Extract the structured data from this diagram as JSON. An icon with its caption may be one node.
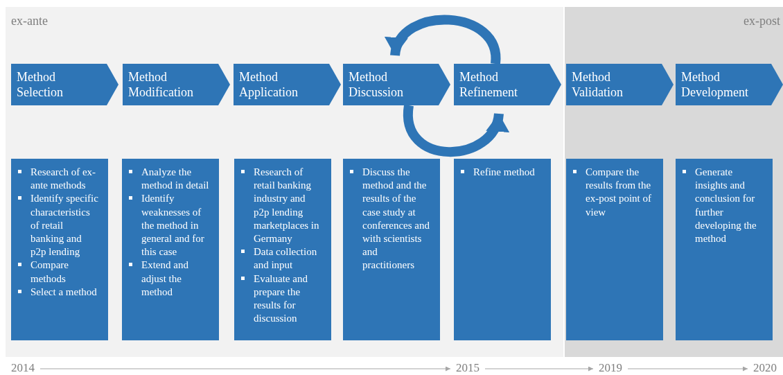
{
  "diagram": {
    "nodes": [
      {
        "text": [
          "ex-ante"
        ]
      },
      {
        "text": [
          "ex-post"
        ]
      },
      {
        "text": [
          "Method Selection"
        ],
        "in": 0
      },
      {
        "text": [
          "Method Modification"
        ],
        "in": 0
      },
      {
        "text": [
          "Method Application"
        ],
        "in": 0
      },
      {
        "text": [
          "Method Discussion"
        ],
        "in": 0
      },
      {
        "text": [
          "Method Refinement"
        ],
        "in": 0
      },
      {
        "text": [
          "Method Validation"
        ],
        "in": 1
      },
      {
        "text": [
          "Method Development"
        ],
        "in": 1
      },
      {
        "text": [
          "Research of ex-ante methods",
          "Identify specific characteristics of retail banking and p2p lending",
          "Compare methods",
          "Select a method"
        ],
        "in": 0
      },
      {
        "text": [
          "Analyze the method in detail",
          "Identify weaknesses of the method in general and for this case",
          "Extend and adjust the method"
        ],
        "in": 0
      },
      {
        "text": [
          "Research of retail banking industry and p2p lending marketplaces in Germany",
          "Data collection and input",
          "Evaluate and prepare the results for discussion"
        ],
        "in": 0
      },
      {
        "text": [
          "Discuss the method and the results of the case study at conferences and with scientists and practitioners"
        ],
        "in": 0
      },
      {
        "text": [
          "Refine method"
        ],
        "in": 0
      },
      {
        "text": [
          "Compare the results from the ex-post point of view"
        ],
        "in": 1
      },
      {
        "text": [
          "Generate insights and conclusion for further developing the method"
        ],
        "in": 1
      },
      {
        "text": [
          "2014"
        ]
      },
      {
        "text": [
          "2015"
        ]
      },
      {
        "text": [
          "2019"
        ]
      },
      {
        "text": [
          "2020"
        ]
      }
    ],
    "edges": [
      {
        "from": 6,
        "to": 5,
        "arrow": "to",
        "style": "thick",
        "color": "#2e75b6"
      },
      {
        "from": 5,
        "to": 6,
        "arrow": "to",
        "style": "thick",
        "color": "#2e75b6"
      },
      {
        "from": 16,
        "to": 17,
        "arrow": "to"
      },
      {
        "from": 17,
        "to": 18,
        "arrow": "to"
      },
      {
        "from": 18,
        "to": 19,
        "arrow": "to"
      }
    ]
  }
}
